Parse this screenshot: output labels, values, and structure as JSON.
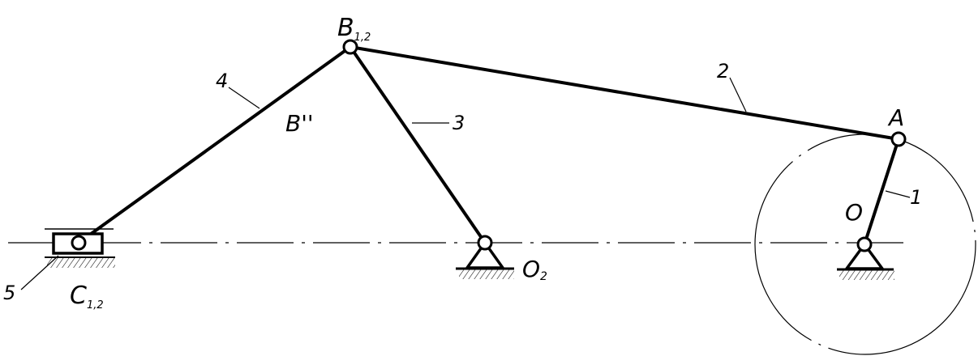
{
  "labels": {
    "joint_b": "B",
    "joint_b_sub": "1,2",
    "joint_a": "A",
    "joint_o": "O",
    "joint_o2": "O",
    "joint_o2_sub": "2",
    "joint_c": "C",
    "joint_c_sub": "1,2",
    "point_b_double": "B''",
    "link_1": "1",
    "link_2": "2",
    "link_3": "3",
    "link_4": "4",
    "link_5": "5"
  },
  "colors": {
    "ink": "#000000",
    "background": "#ffffff"
  }
}
